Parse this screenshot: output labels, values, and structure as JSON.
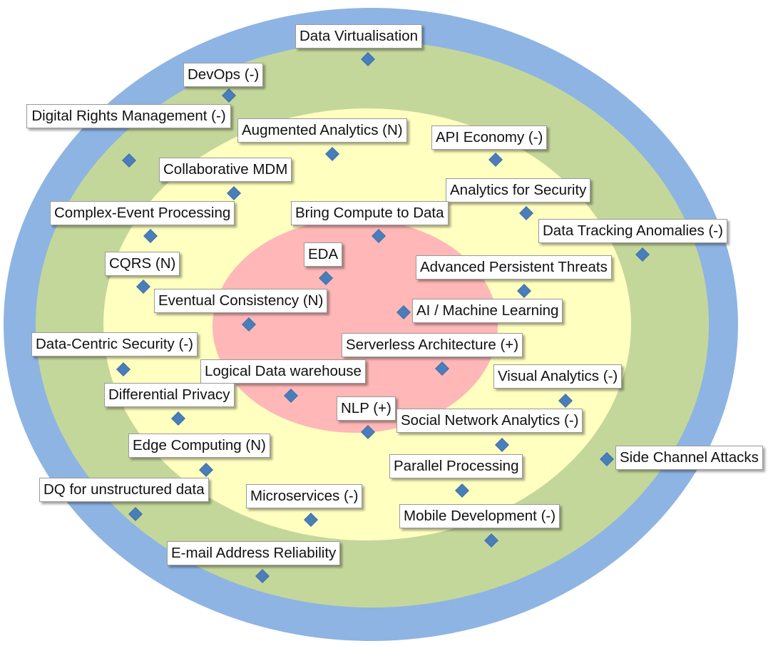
{
  "colors": {
    "outer_ring": "#8eb4e3",
    "ring_3": "#c4d79b",
    "ring_2": "#ffffc0",
    "core": "#ffb7b7",
    "marker": "#4a7ebb"
  },
  "items": [
    {
      "key": "data-virtualisation",
      "label": "Data Virtualisation"
    },
    {
      "key": "devops",
      "label": "DevOps  (-)"
    },
    {
      "key": "digital-rights-management",
      "label": "Digital Rights Management (-)"
    },
    {
      "key": "augmented-analytics",
      "label": "Augmented Analytics (N)"
    },
    {
      "key": "api-economy",
      "label": "API Economy (-)"
    },
    {
      "key": "collaborative-mdm",
      "label": "Collaborative MDM"
    },
    {
      "key": "analytics-for-security",
      "label": "Analytics for Security"
    },
    {
      "key": "complex-event-processing",
      "label": "Complex-Event Processing"
    },
    {
      "key": "bring-compute-to-data",
      "label": "Bring Compute to Data"
    },
    {
      "key": "data-tracking-anomalies",
      "label": "Data Tracking Anomalies (-)"
    },
    {
      "key": "eda",
      "label": "EDA"
    },
    {
      "key": "cqrs",
      "label": "CQRS (N)"
    },
    {
      "key": "advanced-persistent-threats",
      "label": "Advanced Persistent Threats"
    },
    {
      "key": "eventual-consistency",
      "label": "Eventual Consistency (N)"
    },
    {
      "key": "ai-machine-learning",
      "label": "AI / Machine Learning"
    },
    {
      "key": "data-centric-security",
      "label": "Data-Centric Security (-)"
    },
    {
      "key": "serverless-architecture",
      "label": "Serverless Architecture (+)"
    },
    {
      "key": "logical-data-warehouse",
      "label": "Logical Data warehouse"
    },
    {
      "key": "visual-analytics",
      "label": "Visual Analytics (-)"
    },
    {
      "key": "differential-privacy",
      "label": "Differential Privacy"
    },
    {
      "key": "nlp",
      "label": "NLP (+)"
    },
    {
      "key": "social-network-analytics",
      "label": "Social Network Analytics (-)"
    },
    {
      "key": "side-channel-attacks",
      "label": "Side Channel Attacks"
    },
    {
      "key": "edge-computing",
      "label": "Edge Computing (N)"
    },
    {
      "key": "parallel-processing",
      "label": "Parallel Processing"
    },
    {
      "key": "dq-for-unstructured-data",
      "label": "DQ for unstructured data"
    },
    {
      "key": "microservices",
      "label": "Microservices (-)"
    },
    {
      "key": "mobile-development",
      "label": "Mobile Development (-)"
    },
    {
      "key": "email-address-reliability",
      "label": "E-mail Address Reliability"
    }
  ]
}
